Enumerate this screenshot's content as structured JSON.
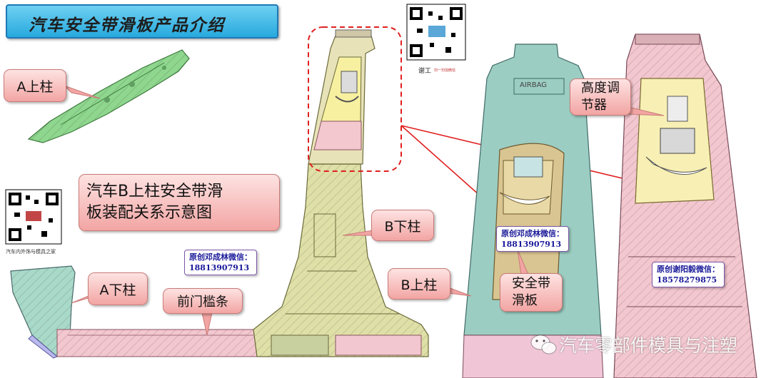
{
  "title": "汽车安全带滑板产品介绍",
  "diagram_caption": "汽车B上柱安全带滑\n板装配关系示意图",
  "labels": {
    "a_upper": "A上柱",
    "a_lower": "A下柱",
    "b_lower": "B下柱",
    "b_upper": "B上柱",
    "front_sill": "前门槛条",
    "height_adjuster": "高度调\n节器",
    "belt_slider": "安全带\n滑板"
  },
  "airbag_text": "AIRBAG",
  "wechat_boxes": [
    {
      "line1": "原创邓成林微信：",
      "line2": "18813907913"
    },
    {
      "line1": "原创邓成林微信：",
      "line2": "18813907913"
    },
    {
      "line1": "原创谢阳毅微信：",
      "line2": "18578279875"
    }
  ],
  "qr_left_caption": "汽车内外饰与模具之家",
  "qr_top_name": "谢工",
  "qr_top_sub": "扫一扫加微信",
  "watermark": "汽车零部件模具与注塑",
  "colors": {
    "title_bg": "#27a9dd",
    "callout_bg": "#f2a5a3",
    "wechat_border": "#7b55a8",
    "highlight_red": "#e02020",
    "green_part": "#8fd68f",
    "teal_part": "#9ccdc2",
    "yellow_part": "#f3eca3",
    "pink_part": "#f3c7cf"
  }
}
